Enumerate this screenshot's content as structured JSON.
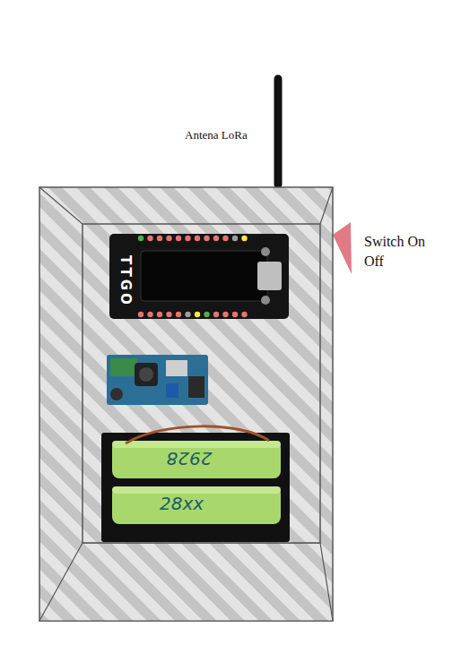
{
  "diagram": {
    "labels": [
      "Antena LoRa",
      "Switch On Off",
      "TTGO",
      "2928",
      "28xx"
    ]
  }
}
